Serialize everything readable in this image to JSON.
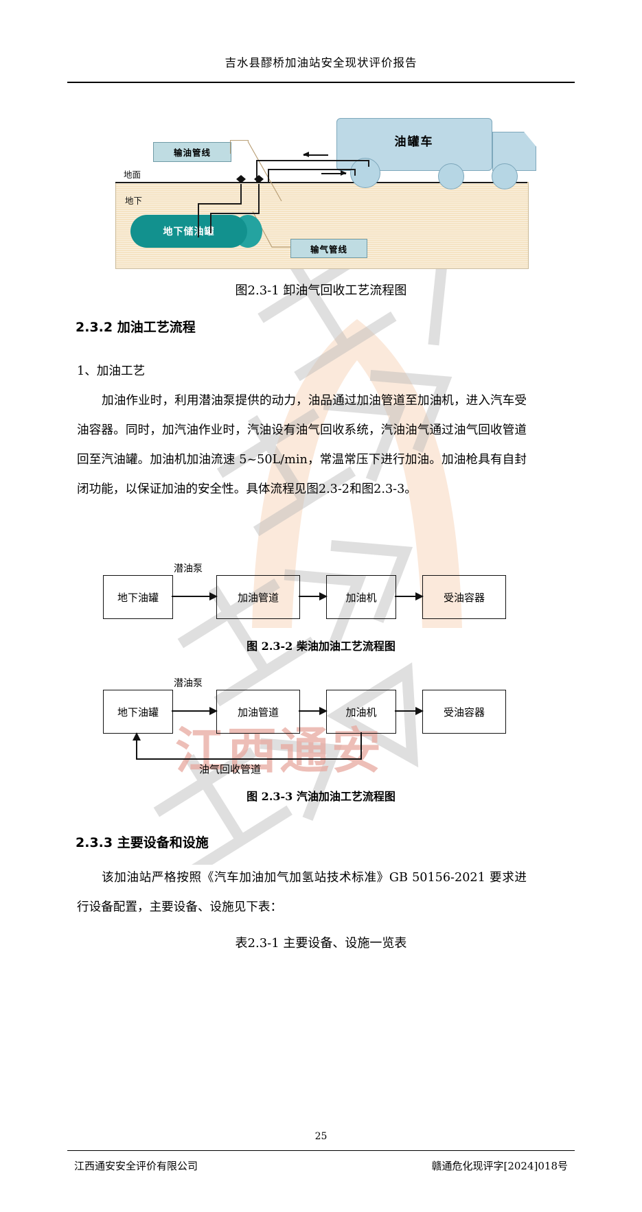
{
  "header": {
    "title": "吉水县醪桥加油站安全现状评价报告"
  },
  "figure1": {
    "labels": {
      "ground_surface": "地面",
      "underground": "地下",
      "oil_pipeline": "输油管线",
      "gas_pipeline": "输气管线",
      "tanker_truck": "油罐车",
      "storage_tank": "地下储油罐"
    },
    "caption": "图2.3-1 卸油气回收工艺流程图",
    "colors": {
      "ground_fill": "#f5e3c3",
      "tank_fill": "#12918e",
      "truck_fill": "#bdd9e6",
      "pipe_box_fill": "#bfdce2"
    }
  },
  "section_232": {
    "heading": "2.3.2 加油工艺流程",
    "sub_heading": "1、加油工艺",
    "body": "加油作业时，利用潜油泵提供的动力，油品通过加油管道至加油机，进入汽车受油容器。同时，加汽油作业时，汽油设有油气回收系统，汽油油气通过油气回收管道回至汽油罐。加油机加油流速 5~50L/min，常温常压下进行加油。加油枪具有自封闭功能，以保证加油的安全性。具体流程见图2.3-2和图2.3-3。"
  },
  "figure2": {
    "nodes": [
      "地下油罐",
      "加油管道",
      "加油机",
      "受油容器"
    ],
    "edge_label": "潜油泵",
    "caption": "图 2.3-2  柴油加油工艺流程图"
  },
  "figure3": {
    "nodes": [
      "地下油罐",
      "加油管道",
      "加油机",
      "受油容器"
    ],
    "edge_label": "潜油泵",
    "return_label": "油气回收管道",
    "caption": "图 2.3-3 汽油加油工艺流程图"
  },
  "section_233": {
    "heading": "2.3.3 主要设备和设施",
    "body": "该加油站严格按照《汽车加油加气加氢站技术标准》GB 50156-2021 要求进行设备配置，主要设备、设施见下表：",
    "table_caption": "表2.3-1 主要设备、设施一览表"
  },
  "watermark": {
    "red_text": "江西通安"
  },
  "footer": {
    "page_number": "25",
    "left": "江西通安安全评价有限公司",
    "right": "赣通危化现评字[2024]018号"
  }
}
